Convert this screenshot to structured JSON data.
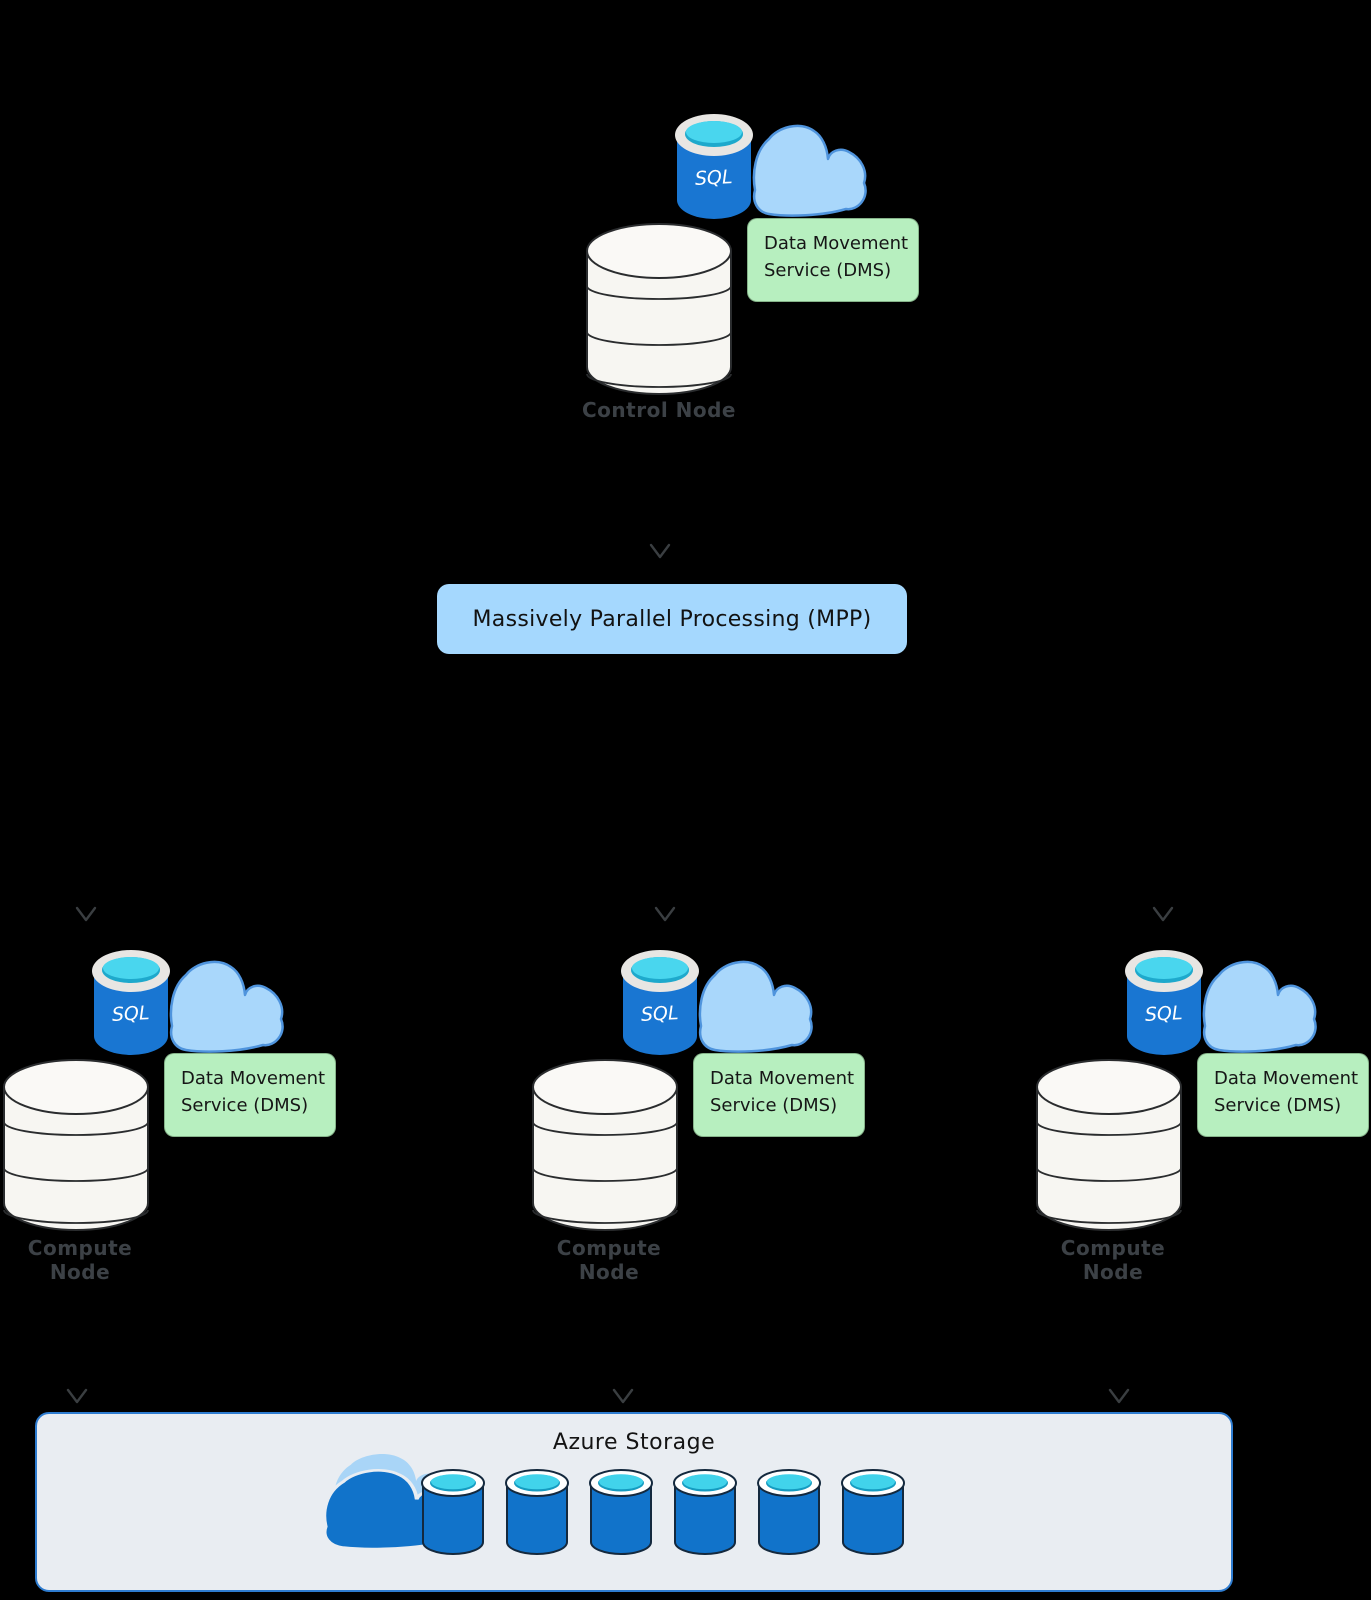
{
  "diagram": {
    "control_node": {
      "label": "Control Node"
    },
    "mpp": {
      "label": "Massively Parallel Processing (MPP)"
    },
    "compute_nodes": [
      {
        "label": "Compute Node"
      },
      {
        "label": "Compute Node"
      },
      {
        "label": "Compute Node"
      }
    ],
    "dms": {
      "line1": "Data Movement",
      "line2": "Service (DMS)"
    },
    "sql_label": "SQL",
    "storage": {
      "title": "Azure Storage",
      "cylinder_count": 6
    }
  },
  "colors": {
    "background": "#000000",
    "sql_cylinder_blue": "#1976d2",
    "cylinder_top_cyan": "#49d6ee",
    "cloud_light_blue": "#a9d7fb",
    "cloud_stroke_blue": "#4f94dd",
    "dms_green": "#b7efbf",
    "mpp_blue": "#a5d8fe",
    "node_label_gray": "#3c4146",
    "white_cylinder": "#f7f6f2",
    "storage_panel_gray": "#e9edf2",
    "storage_border_blue": "#2e7cd0",
    "storage_cylinder_blue": "#1173ca",
    "arrowhead_gray": "#3a3e41"
  }
}
